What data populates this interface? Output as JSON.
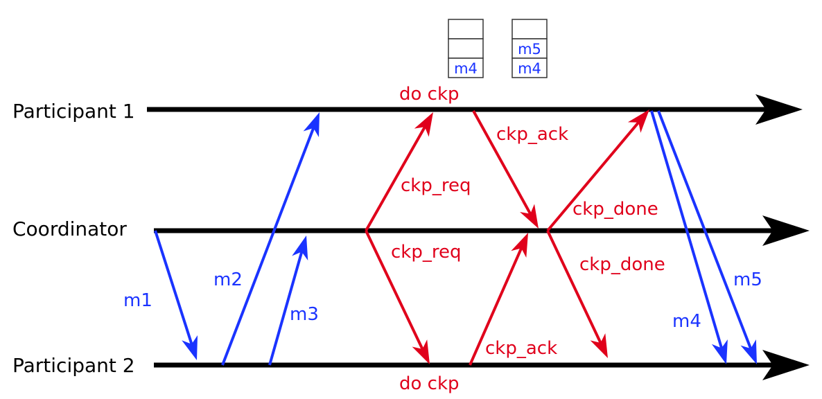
{
  "colors": {
    "timeline": "#000000",
    "app_message": "#1a33ff",
    "protocol_message": "#e0001b",
    "queue_border": "#333333"
  },
  "participants": {
    "p1": "Participant 1",
    "coordinator": "Coordinator",
    "p2": "Participant 2"
  },
  "messages": {
    "m1": "m1",
    "m2": "m2",
    "m3": "m3",
    "m4": "m4",
    "m5": "m5"
  },
  "protocol": {
    "do_ckp_top": "do ckp",
    "do_ckp_bottom": "do ckp",
    "ckp_req_upper": "ckp_req",
    "ckp_req_lower": "ckp_req",
    "ckp_ack_upper": "ckp_ack",
    "ckp_ack_lower": "ckp_ack",
    "ckp_done_upper": "ckp_done",
    "ckp_done_lower": "ckp_done"
  },
  "queues": [
    {
      "slots": [
        "",
        "",
        "m4"
      ]
    },
    {
      "slots": [
        "",
        "m5",
        "m4"
      ]
    }
  ]
}
